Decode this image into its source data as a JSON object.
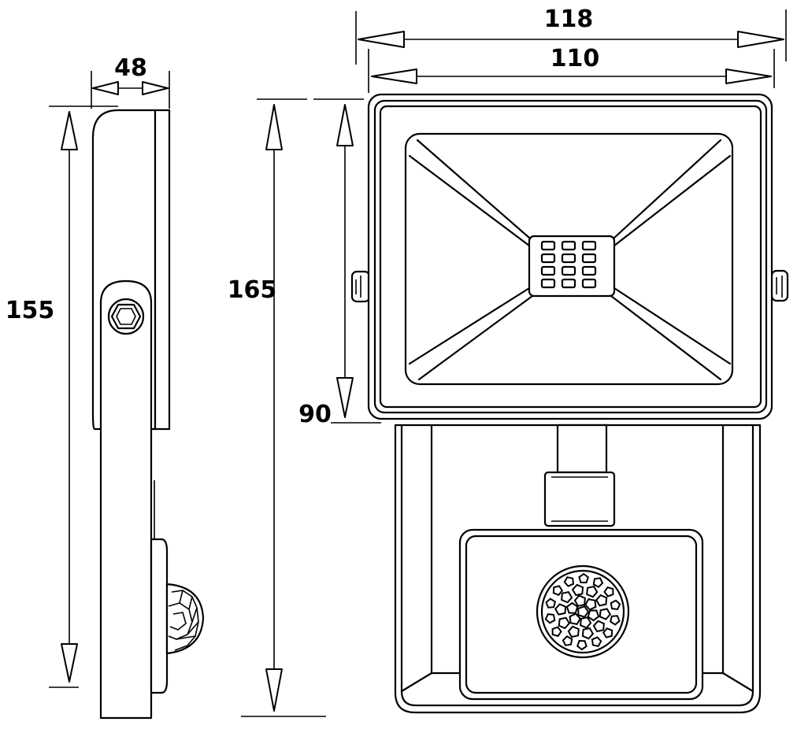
{
  "dimensions": {
    "overall_width": "118",
    "housing_width": "110",
    "side_depth": "48",
    "side_height": "155",
    "overall_height": "165",
    "housing_height": "90"
  },
  "led_chip": {
    "rows": 4,
    "cols": 3
  }
}
